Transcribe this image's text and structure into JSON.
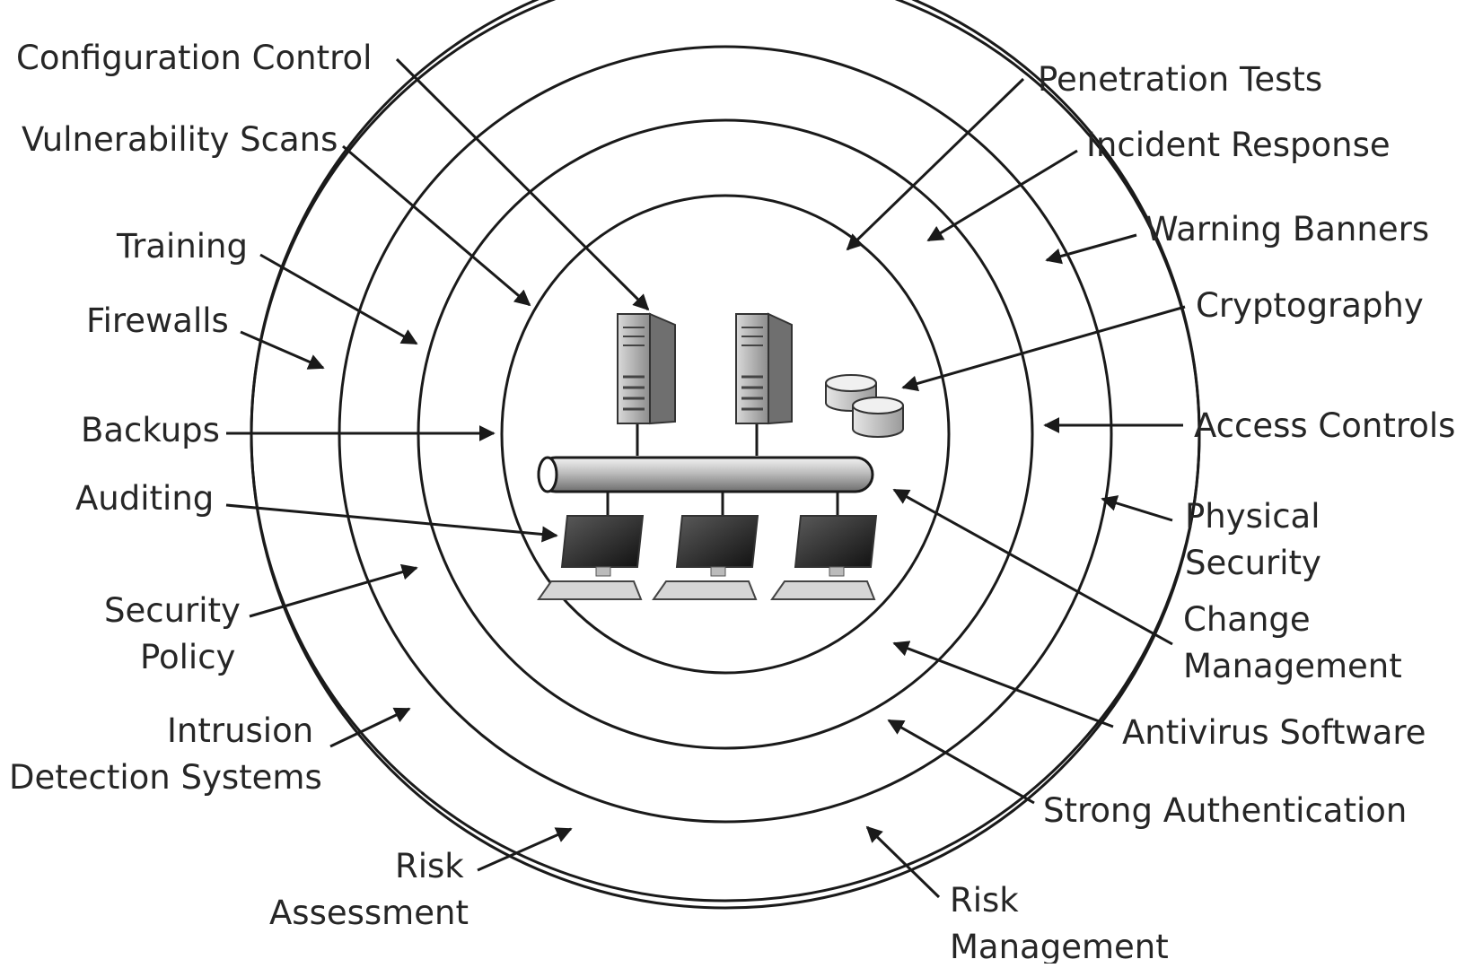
{
  "labels": {
    "configuration_control": "Configuration Control",
    "vulnerability_scans": "Vulnerability Scans",
    "training": "Training",
    "firewalls": "Firewalls",
    "backups": "Backups",
    "auditing": "Auditing",
    "security_policy": [
      "Security",
      "Policy"
    ],
    "intrusion_detection": [
      "Intrusion",
      "Detection Systems"
    ],
    "risk_assessment": [
      "Risk",
      "Assessment"
    ],
    "penetration_tests": "Penetration Tests",
    "incident_response": "Incident Response",
    "warning_banners": "Warning Banners",
    "cryptography": "Cryptography",
    "access_controls": "Access Controls",
    "physical_security": [
      "Physical",
      "Security"
    ],
    "change_management": [
      "Change",
      "Management"
    ],
    "antivirus_software": "Antivirus Software",
    "strong_authentication": "Strong Authentication",
    "risk_management": [
      "Risk",
      "Management"
    ]
  },
  "colors": {
    "line": "#1a1a1a",
    "text": "#262626",
    "background": "#ffffff"
  },
  "icons": [
    "server-icon",
    "database-icon",
    "network-bus-icon",
    "workstation-icon"
  ]
}
